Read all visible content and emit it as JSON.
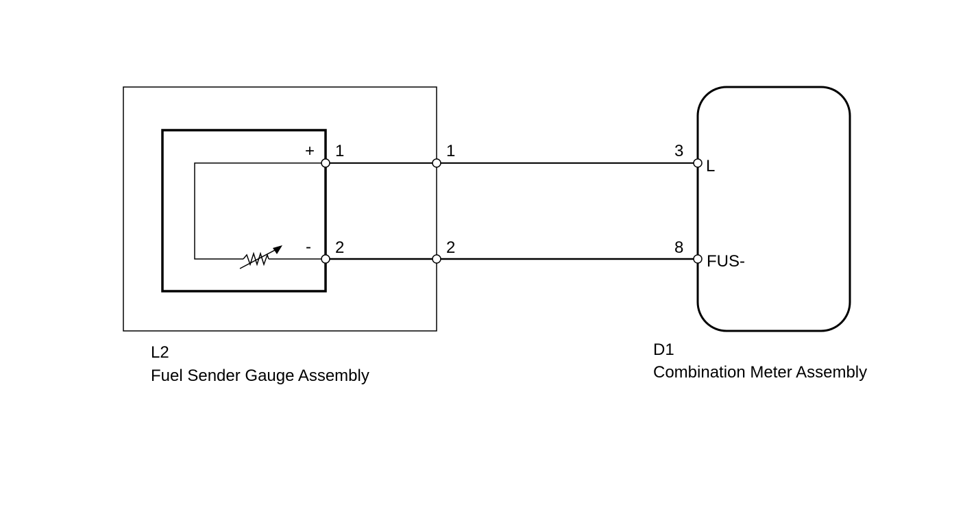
{
  "colors": {
    "line": "#000000",
    "background": "#ffffff"
  },
  "components": {
    "left": {
      "code": "L2",
      "name": "Fuel Sender Gauge Assembly",
      "symbol": "variable-resistor-icon",
      "terminals": [
        {
          "pin": "1",
          "polarity": "+"
        },
        {
          "pin": "2",
          "polarity": "-"
        }
      ],
      "connector_pins": [
        "1",
        "2"
      ]
    },
    "right": {
      "code": "D1",
      "name": "Combination Meter Assembly",
      "terminals": [
        {
          "pin": "3",
          "signal": "L"
        },
        {
          "pin": "8",
          "signal": "FUS-"
        }
      ]
    }
  }
}
